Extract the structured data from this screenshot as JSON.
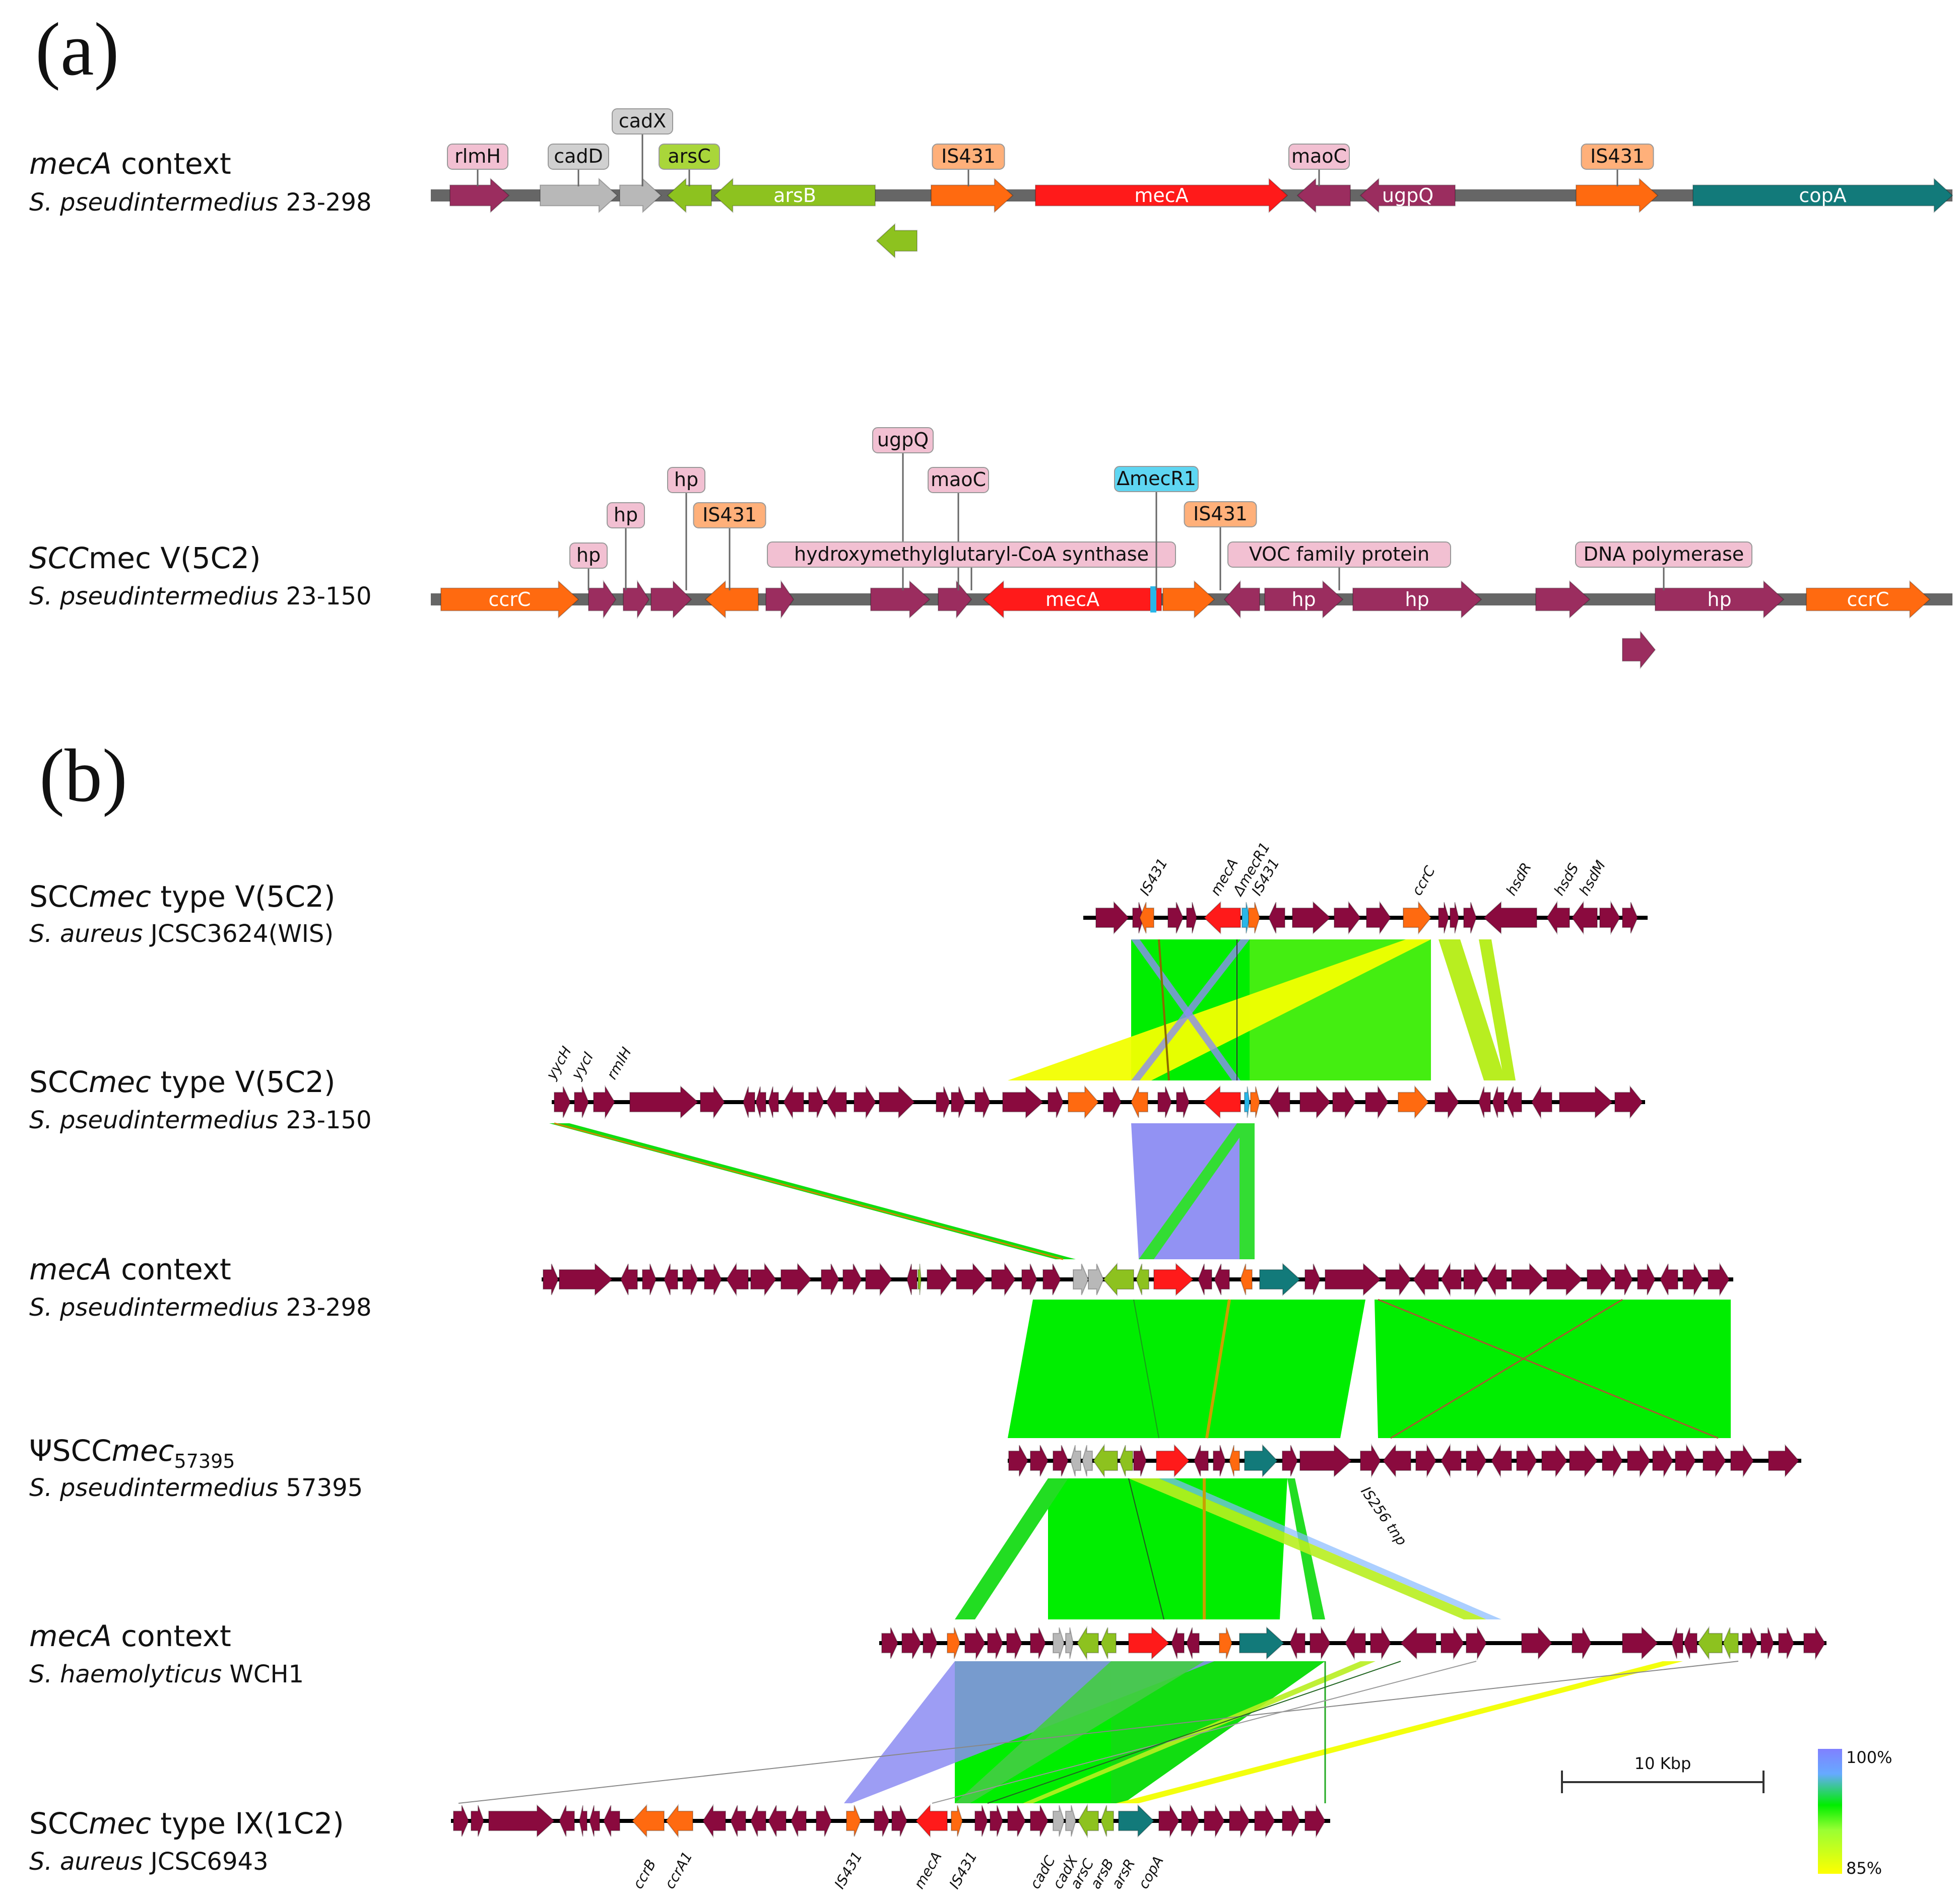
{
  "panel_a_label": "(a)",
  "panel_b_label": "(b)",
  "colors": {
    "hp": "#9b2d5f",
    "arsenic": "#8dc21f",
    "grey": "#b8b8b8",
    "is431": "#ff6a10",
    "mecA": "#ff1a1a",
    "copA": "#127a7a",
    "ccrC": "#ff6a10",
    "mecR1": "#29b6e8",
    "dark": "#8a0a3e",
    "pinkTag": "#f2c0d2",
    "orangeTag": "#ffb07a",
    "greyTag": "#d0d0d0",
    "greenTag": "#a9d63a",
    "blueTag": "#5ed6f2"
  },
  "panelA": {
    "track1": {
      "title_em": "mecA",
      "title_rest": " context",
      "strain_em": "S. pseudintermedius",
      "strain_rest": " 23-298",
      "genes": [
        "mecA",
        "arsB",
        "ugpQ",
        "copA"
      ],
      "tags": [
        "rlmH",
        "cadD",
        "cadX",
        "arsC",
        "IS431",
        "maoC",
        "IS431"
      ]
    },
    "track2": {
      "title_em": "SCC",
      "title_rest": "mec V(5C2)",
      "strain_em": "S. pseudintermedius",
      "strain_rest": " 23-150",
      "genes": [
        "ccrC",
        "mecA",
        "hp",
        "hp",
        "hp",
        "ccrC"
      ],
      "tags": [
        "hp",
        "hp",
        "hp",
        "IS431",
        "ugpQ",
        "maoC",
        "hydroxymethylglutaryl-CoA synthase",
        "ΔmecR1",
        "IS431",
        "VOC family protein",
        "DNA polymerase"
      ]
    }
  },
  "panelB": {
    "tracks": [
      {
        "title_a": "SCC",
        "title_em": "mec",
        "title_b": " type V(5C2)",
        "sub_a": "",
        "strain_em": "S. aureus",
        "strain_rest": " JCSC3624(WIS)"
      },
      {
        "title_a": "SCC",
        "title_em": "mec",
        "title_b": " type V(5C2)",
        "sub_a": "",
        "strain_em": "S. pseudintermedius",
        "strain_rest": " 23-150"
      },
      {
        "title_a": "",
        "title_em": "mecA",
        "title_b": " context",
        "sub_a": "",
        "strain_em": "S. pseudintermedius",
        "strain_rest": " 23-298"
      },
      {
        "title_a": "ΨSCC",
        "title_em": "mec",
        "title_b": "",
        "sub_a": "57395",
        "strain_em": "S. pseudintermedius",
        "strain_rest": " 57395"
      },
      {
        "title_a": "",
        "title_em": "mecA",
        "title_b": " context",
        "sub_a": "",
        "strain_em": "S. haemolyticus",
        "strain_rest": " WCH1"
      },
      {
        "title_a": "SCC",
        "title_em": "mec",
        "title_b": " type IX(1C2)",
        "sub_a": "",
        "strain_em": "S. aureus",
        "strain_rest": " JCSC6943"
      }
    ],
    "top_labels": [
      "IS431",
      "mecA",
      "ΔmecR1",
      "IS431",
      "ccrC",
      "hsdR",
      "hsdS",
      "hsdM"
    ],
    "left_labels": [
      "yycH",
      "yycI",
      "rmlH"
    ],
    "is256_label": "IS256 tnp",
    "bottom_labels": [
      "ccrB",
      "ccrA1",
      "IS431",
      "mecA",
      "IS431",
      "cadC",
      "cadX",
      "arsC",
      "arsB",
      "arsR",
      "copA"
    ],
    "scale_label": "10 Kbp",
    "identity_max": "100%",
    "identity_min": "85%"
  }
}
